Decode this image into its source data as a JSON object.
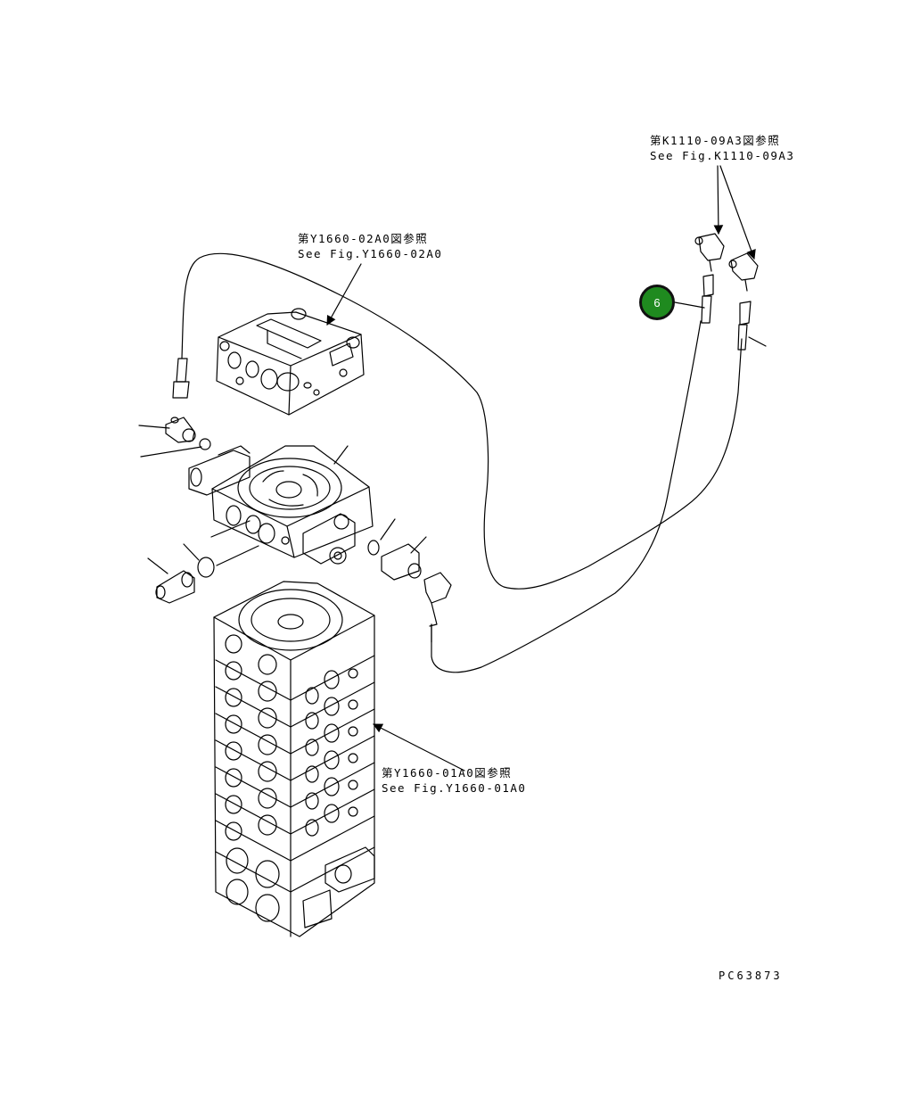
{
  "references": [
    {
      "line_jp": "第K1110-09A3図参照",
      "line_en": "See Fig.K1110-09A3"
    },
    {
      "line_jp": "第Y1660-02A0図参照",
      "line_en": "See Fig.Y1660-02A0"
    },
    {
      "line_jp": "第Y1660-01A0図参照",
      "line_en": "See Fig.Y1660-01A0"
    }
  ],
  "callouts": [
    {
      "number": "6",
      "color": "#1f8a1f"
    }
  ],
  "drawing_id": "PC63873",
  "colors": {
    "line": "#000000",
    "callout_fill": "#1f8a1f",
    "background": "#ffffff"
  }
}
